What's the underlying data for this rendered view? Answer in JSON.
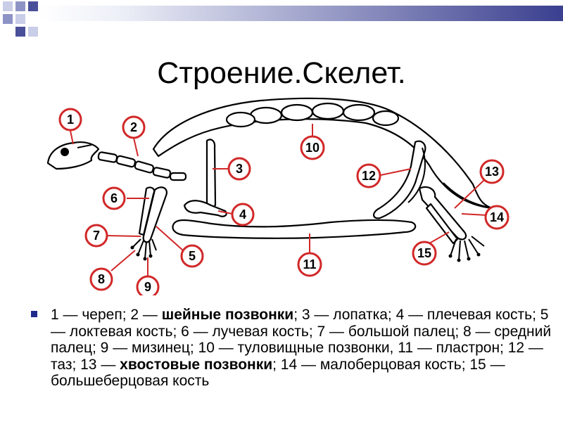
{
  "slide": {
    "title": "Строение.Скелет."
  },
  "diagram": {
    "labels": [
      "1",
      "2",
      "3",
      "4",
      "5",
      "6",
      "7",
      "8",
      "9",
      "10",
      "11",
      "12",
      "13",
      "14",
      "15"
    ]
  },
  "legend": {
    "parts": [
      {
        "text": "1 — череп; 2 — ",
        "bold": false
      },
      {
        "text": "шейные позвонки",
        "bold": true
      },
      {
        "text": "; 3 — лопатка; 4 — плечевая кость; 5 — локтевая кость; 6 — лучевая кость; 7 — большой палец; 8 — средний палец; 9 — мизинец; 10 — туловищные позвонки, 11 — пластрон; 12 — таз; 13 — ",
        "bold": false
      },
      {
        "text": "хвостовые позвонки",
        "bold": true
      },
      {
        "text": "; 14 — малоберцовая кость; 15 — большеберцовая кость",
        "bold": false
      }
    ]
  },
  "colors": {
    "accent_red": "#d12828",
    "bullet_blue": "#1f2a8a",
    "deco_square_light": "#c9cde8",
    "deco_square_dark": "#4a4f9a"
  }
}
